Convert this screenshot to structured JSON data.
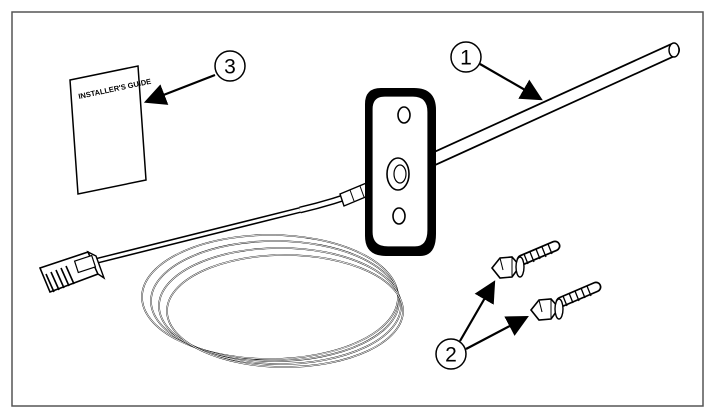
{
  "figure": {
    "callouts": [
      {
        "number": "1",
        "part": "sensor-probe"
      },
      {
        "number": "2",
        "part": "mounting-screws"
      },
      {
        "number": "3",
        "part": "installers-guide"
      }
    ],
    "guide_cover_text": "INSTALLER'S GUIDE",
    "colors": {
      "line": "#000000",
      "background": "#ffffff",
      "frame": "#555555"
    }
  }
}
